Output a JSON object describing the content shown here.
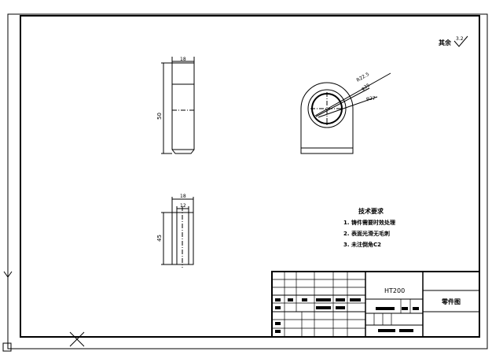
{
  "roughness": {
    "label": "其余",
    "value": "3.2"
  },
  "front_view": {
    "dim_width": "18",
    "dim_height": "50"
  },
  "bottom_view": {
    "dim_outer": "18",
    "dim_inner": "12",
    "dim_height": "45"
  },
  "side_view": {
    "dim_r": "R22.5",
    "dim_d1": "φ35",
    "dim_d2": "φ27"
  },
  "tech_req": {
    "title": "技术要求",
    "items": [
      "1. 铸件需要时效处理",
      "2. 表面光滑无毛刺",
      "3. 未注倒角C2"
    ]
  },
  "title_block": {
    "material": "HT200",
    "drawing_name": "零件图"
  },
  "colors": {
    "line": "#000000",
    "background": "#ffffff",
    "block_fill": "#000000"
  }
}
